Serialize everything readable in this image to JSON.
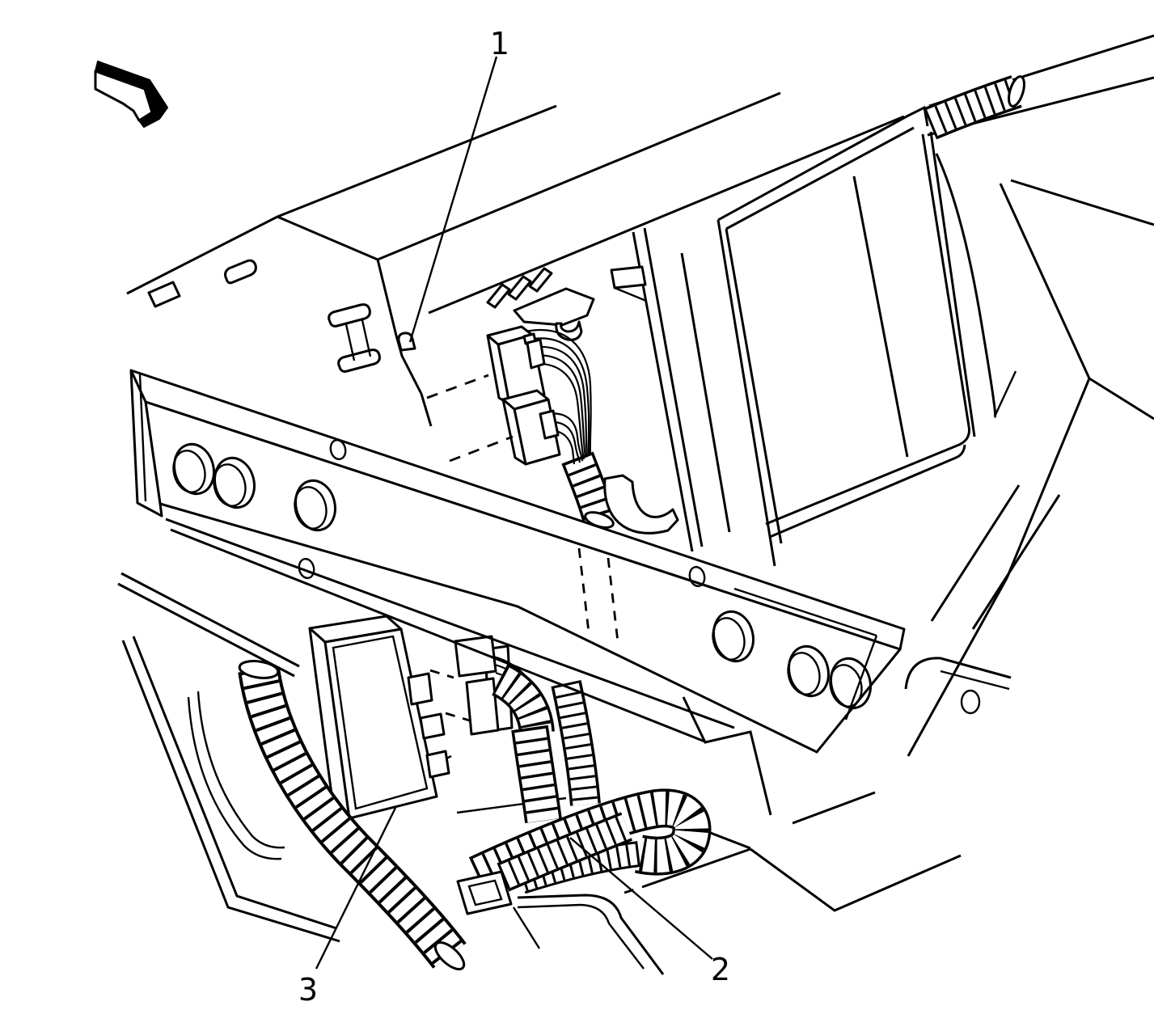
{
  "figure": {
    "kind": "service-manual-line-illustration",
    "background_color": "#ffffff",
    "line_color": "#000000",
    "callouts": [
      {
        "label": "1"
      },
      {
        "label": "2"
      },
      {
        "label": "3"
      }
    ],
    "icons": {
      "direction_arrow": "front-of-vehicle-arrow"
    }
  }
}
